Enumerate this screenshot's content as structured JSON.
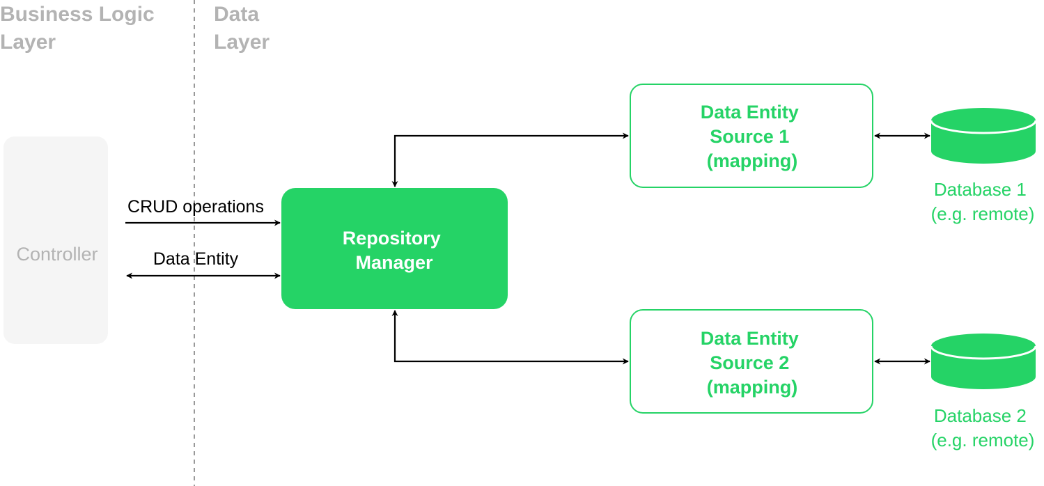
{
  "layers": {
    "business": [
      "Business Logic",
      "Layer"
    ],
    "data": [
      "Data",
      "Layer"
    ]
  },
  "controller": {
    "label": "Controller"
  },
  "edges": {
    "crud": "CRUD operations",
    "entity": "Data Entity"
  },
  "repository": {
    "lines": [
      "Repository",
      "Manager"
    ]
  },
  "sources": [
    {
      "lines": [
        "Data Entity",
        "Source 1",
        "(mapping)"
      ]
    },
    {
      "lines": [
        "Data Entity",
        "Source 2",
        "(mapping)"
      ]
    }
  ],
  "databases": [
    {
      "lines": [
        "Database 1",
        "(e.g. remote)"
      ]
    },
    {
      "lines": [
        "Database 2",
        "(e.g. remote)"
      ]
    }
  ],
  "colors": {
    "accent": "#25d366",
    "muted": "#b3b3b3",
    "controller_fill": "#f5f5f5",
    "divider": "#999999",
    "edge": "#000000"
  }
}
